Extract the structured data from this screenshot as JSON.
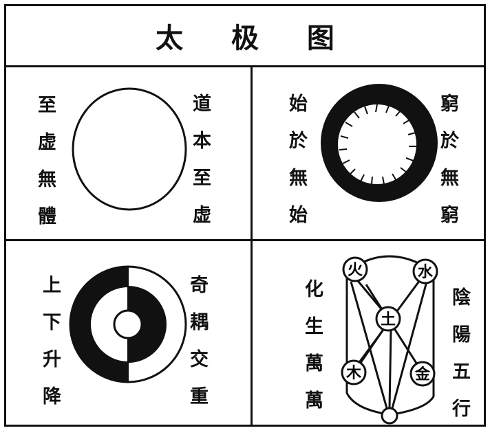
{
  "title": "太 极 图",
  "panel1": {
    "left": [
      "至",
      "虚",
      "無",
      "體"
    ],
    "right": [
      "道",
      "本",
      "至",
      "虚"
    ]
  },
  "panel2": {
    "left": [
      "始",
      "於",
      "無",
      "始"
    ],
    "right": [
      "窮",
      "於",
      "無",
      "窮"
    ]
  },
  "panel3": {
    "left": [
      "上",
      "下",
      "升",
      "降"
    ],
    "right": [
      "奇",
      "耦",
      "交",
      "重"
    ]
  },
  "panel4": {
    "left": [
      "化",
      "生",
      "萬",
      "萬"
    ],
    "right": [
      "陰",
      "陽",
      "五",
      "行"
    ],
    "nodes": {
      "fire": "火",
      "water": "水",
      "earth": "土",
      "wood": "木",
      "metal": "金"
    }
  }
}
